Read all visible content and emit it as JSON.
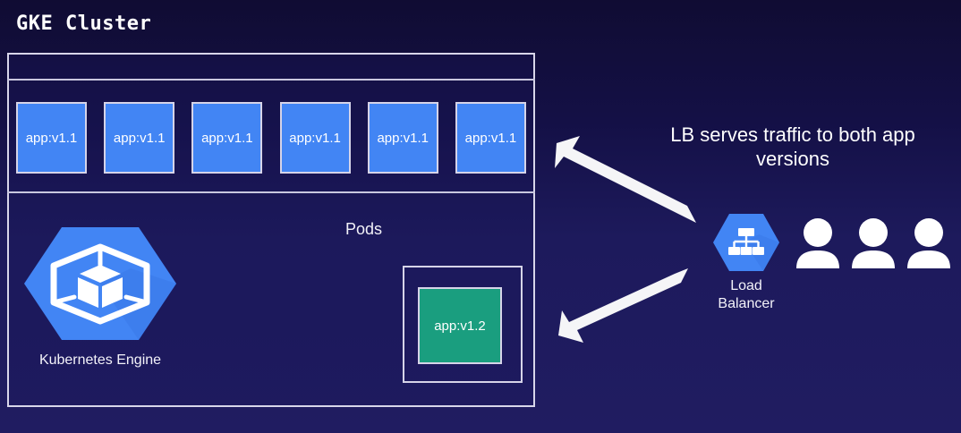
{
  "slide": {
    "title": "GKE Cluster",
    "background_color": "#1d1a5c",
    "accent_blue": "#4285f4",
    "accent_green": "#1a9e7f",
    "frame_color": "#d6d4e8",
    "arrow_color": "#ffffff"
  },
  "cluster": {
    "pods_label": "Pods",
    "pods_v11": [
      {
        "label": "app:v1.1"
      },
      {
        "label": "app:v1.1"
      },
      {
        "label": "app:v1.1"
      },
      {
        "label": "app:v1.1"
      },
      {
        "label": "app:v1.1"
      },
      {
        "label": "app:v1.1"
      }
    ],
    "pod_v12": {
      "label": "app:v1.2"
    },
    "engine": {
      "icon": "kubernetes-engine-icon",
      "label": "Kubernetes Engine"
    }
  },
  "load_balancer": {
    "icon": "load-balancer-icon",
    "label_line1": "Load",
    "label_line2": "Balancer",
    "caption": "LB serves traffic to both app versions"
  },
  "users": {
    "icon": "user-icon",
    "count": 3
  },
  "arrows": [
    {
      "name": "arrow-to-v11-pods",
      "direction": "up-left"
    },
    {
      "name": "arrow-to-v12-pod",
      "direction": "down-left"
    }
  ]
}
